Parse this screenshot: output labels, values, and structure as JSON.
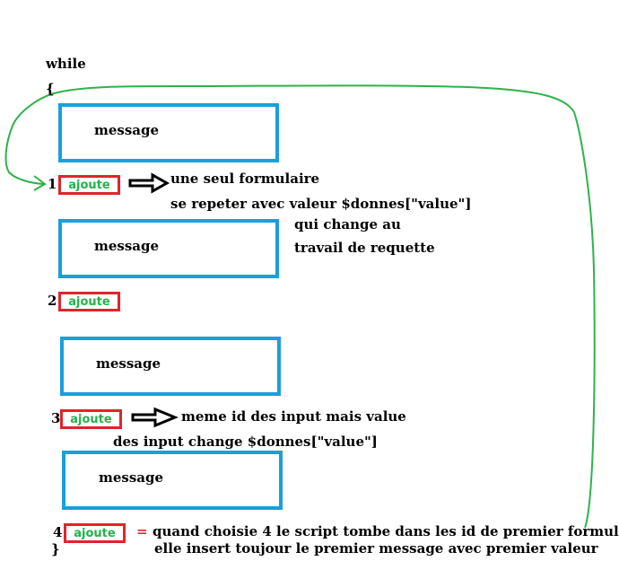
{
  "code": {
    "while_keyword": "while",
    "open_brace": "{",
    "close_brace": "}"
  },
  "blocks": [
    {
      "number": "1",
      "message": "message",
      "button": "ajoute"
    },
    {
      "number": "2",
      "message": "message",
      "button": "ajoute"
    },
    {
      "number": "3",
      "message": "message",
      "button": "ajoute"
    },
    {
      "number": "4",
      "message": "message",
      "button": "ajoute"
    }
  ],
  "notes": {
    "note1_line1": "une seul formulaire",
    "note1_line2": "se repeter avec valeur $donnes[\"value\"]",
    "note1_line3": "qui change au",
    "note1_line4": "travail de requette",
    "note2_line1": "meme id des input mais value",
    "note2_line2": "des input change $donnes[\"value\"]",
    "note3_equals": "=",
    "note3_line1": "quand choisie 4 le script tombe dans les id de premier formul",
    "note3_line2": "elle insert toujour le premier message avec premier valeur"
  },
  "colors": {
    "message_border": "#1a9fdb",
    "button_border": "#e0242b",
    "button_text": "#22b34a",
    "loop_line": "#2db34a",
    "arrow": "#000000",
    "equals": "#e0242b"
  }
}
